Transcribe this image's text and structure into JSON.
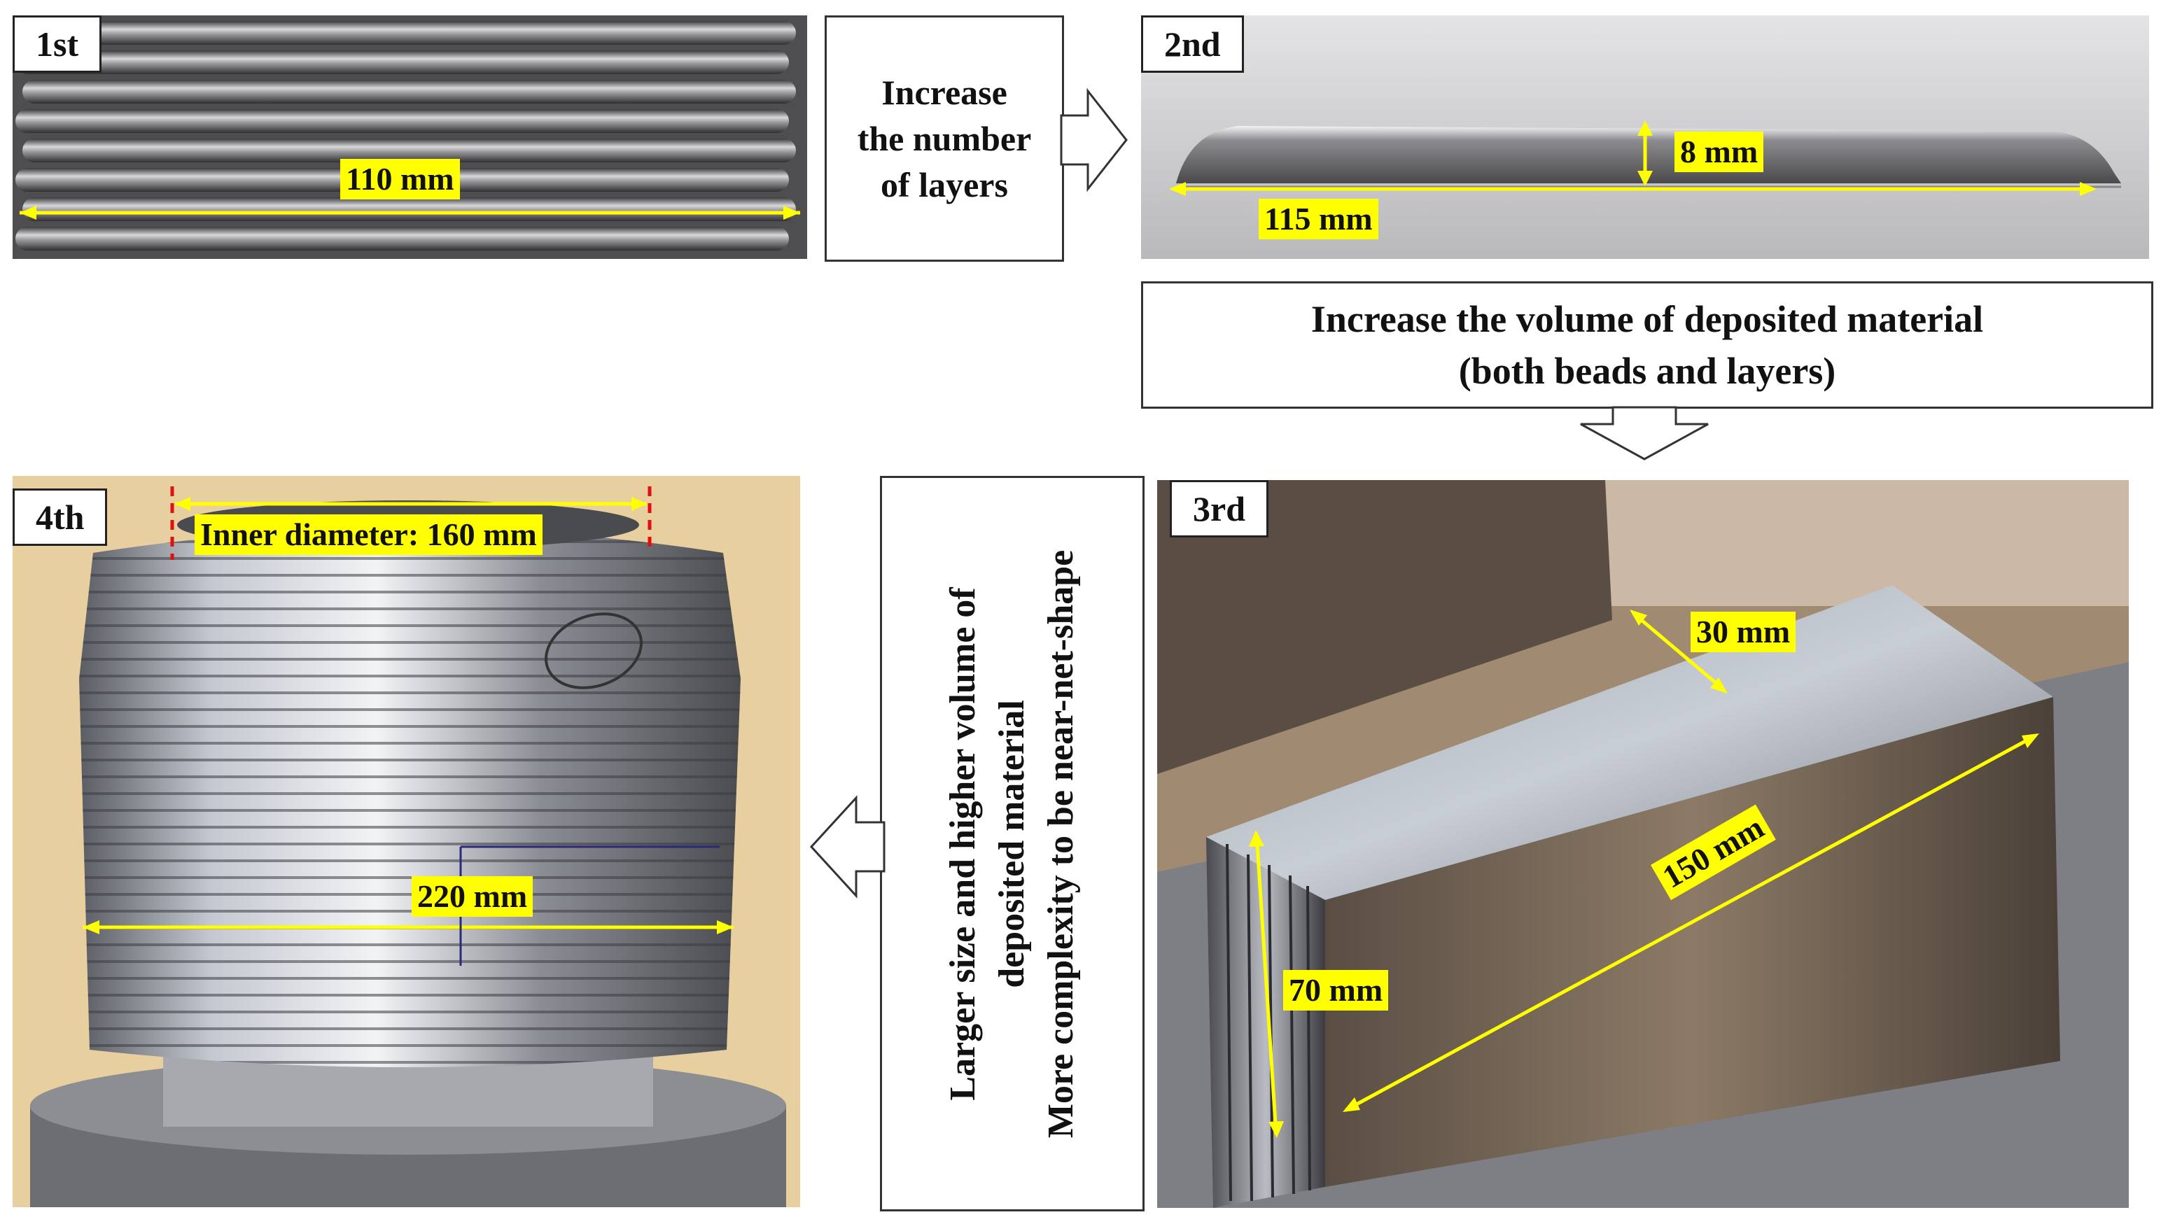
{
  "stages": {
    "first": {
      "label": "1st",
      "dimension": "110 mm"
    },
    "second": {
      "label": "2nd",
      "height": "8 mm",
      "length": "115 mm"
    },
    "third": {
      "label": "3rd",
      "width": "30 mm",
      "length": "150 mm",
      "height": "70 mm"
    },
    "fourth": {
      "label": "4th",
      "inner_diameter": "Inner diameter: 160 mm",
      "outer": "220 mm"
    }
  },
  "transitions": {
    "t1": [
      "Increase",
      "the number",
      "of layers"
    ],
    "t2": [
      "Increase the volume of deposited material",
      "(both beads and layers)"
    ],
    "t3": [
      "Larger size and higher volume of",
      "deposited material",
      "More complexity to be near-net-shape"
    ]
  },
  "colors": {
    "annotation": "#ffff00",
    "arrow_outline": "#333333",
    "red_marker": "#e01010"
  }
}
